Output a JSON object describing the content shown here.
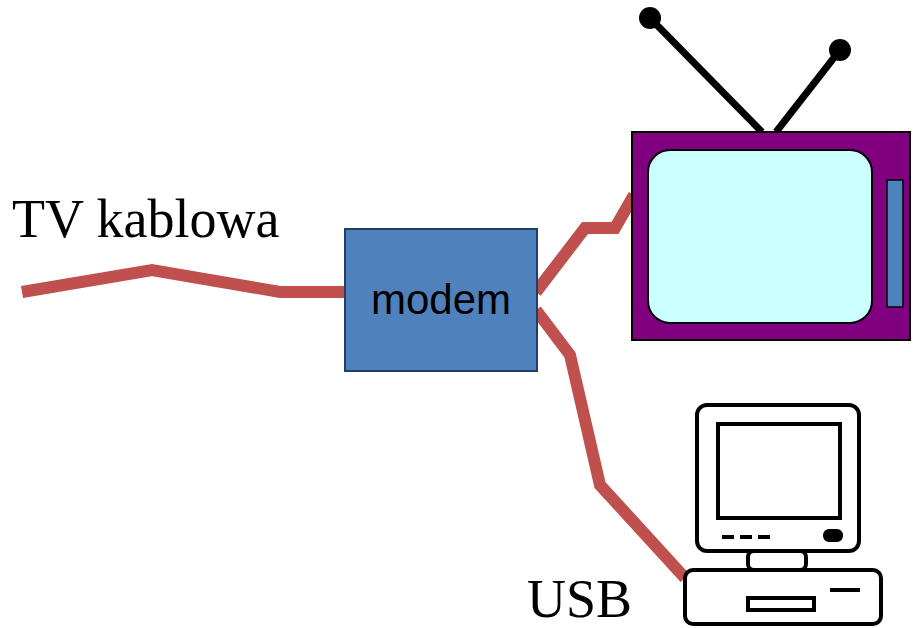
{
  "diagram": {
    "nodes": [
      {
        "text": [
          "modem"
        ]
      }
    ],
    "labels": [
      "TV kablowa",
      "USB"
    ]
  }
}
